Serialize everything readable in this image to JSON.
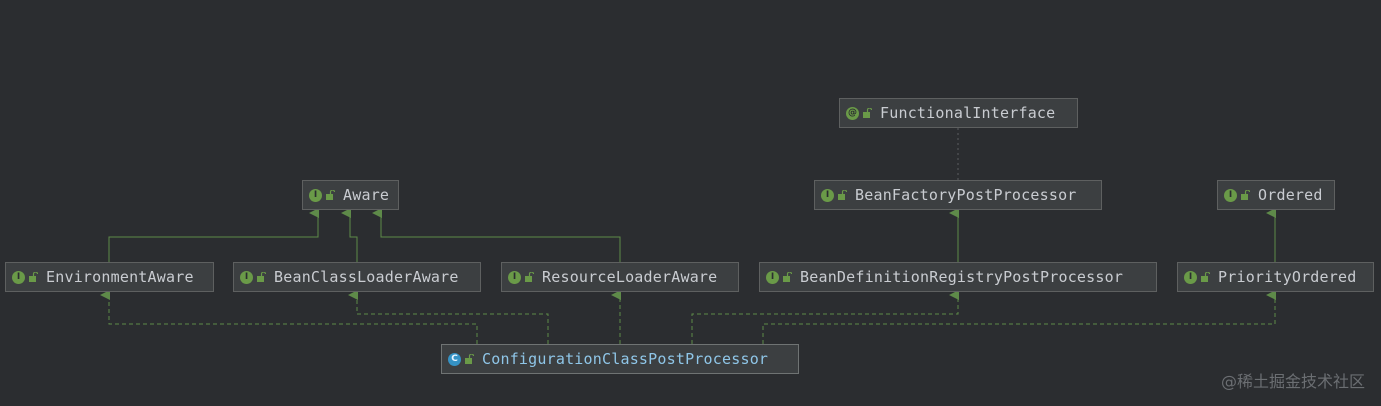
{
  "colors": {
    "background": "#2b2d30",
    "node_fill": "#3c3f41",
    "node_border": "#5e6060",
    "edge_green": "#5e8a49",
    "interface_badge": "#6a9a48",
    "class_badge": "#3592c4"
  },
  "nodes": {
    "functional_interface": {
      "label": "FunctionalInterface",
      "kind": "annotation",
      "badge": "@"
    },
    "aware": {
      "label": "Aware",
      "kind": "interface",
      "badge": "I"
    },
    "bean_factory_post_processor": {
      "label": "BeanFactoryPostProcessor",
      "kind": "interface",
      "badge": "I"
    },
    "ordered": {
      "label": "Ordered",
      "kind": "interface",
      "badge": "I"
    },
    "environment_aware": {
      "label": "EnvironmentAware",
      "kind": "interface",
      "badge": "I"
    },
    "bean_class_loader_aware": {
      "label": "BeanClassLoaderAware",
      "kind": "interface",
      "badge": "I"
    },
    "resource_loader_aware": {
      "label": "ResourceLoaderAware",
      "kind": "interface",
      "badge": "I"
    },
    "bean_definition_registry_post_processor": {
      "label": "BeanDefinitionRegistryPostProcessor",
      "kind": "interface",
      "badge": "I"
    },
    "priority_ordered": {
      "label": "PriorityOrdered",
      "kind": "interface",
      "badge": "I"
    },
    "configuration_class_post_processor": {
      "label": "ConfigurationClassPostProcessor",
      "kind": "class",
      "badge": "C"
    }
  },
  "watermark": "@稀土掘金技术社区"
}
